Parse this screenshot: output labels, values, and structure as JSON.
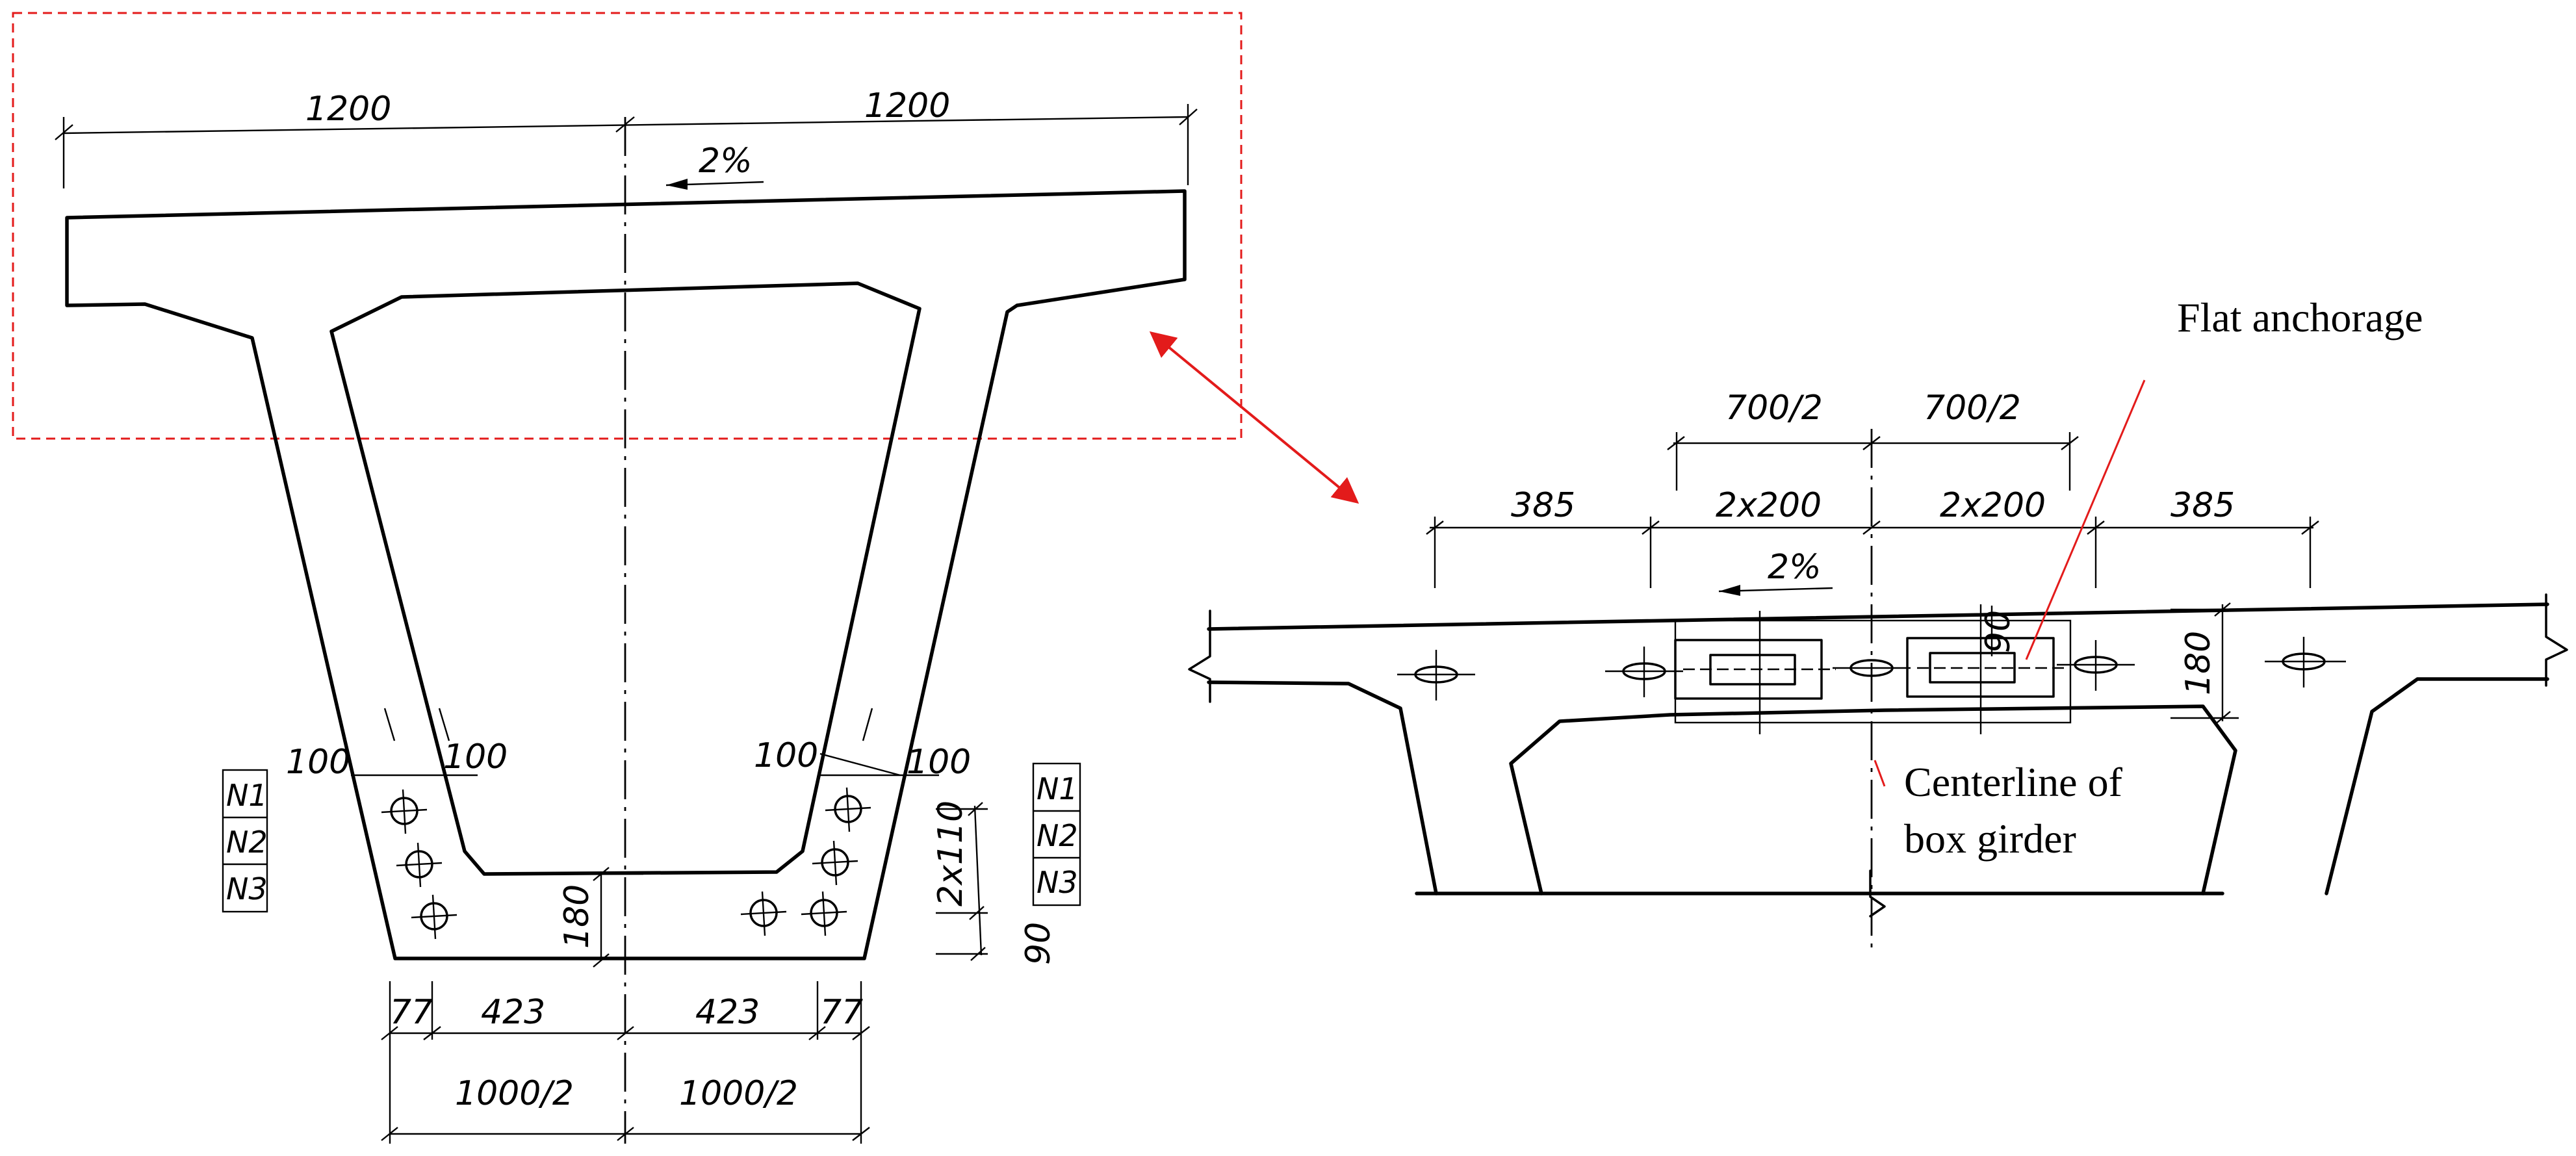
{
  "cross_section": {
    "top_dims": [
      "1200",
      "1200"
    ],
    "slope": "2%",
    "web_dims": [
      "100",
      "100",
      "100",
      "100"
    ],
    "bottom_thickness": "180",
    "bottom_upper_dims": [
      "77",
      "423",
      "423",
      "77"
    ],
    "bottom_lower_dims": [
      "1000/2",
      "1000/2"
    ],
    "right_vertical_dims": [
      "2x110",
      "90"
    ],
    "tendon_tags_left": [
      "N1",
      "N2",
      "N3"
    ],
    "tendon_tags_right": [
      "N1",
      "N2",
      "N3"
    ]
  },
  "detail": {
    "upper_dims": [
      "700/2",
      "700/2"
    ],
    "lower_dims": [
      "385",
      "2x200",
      "2x200",
      "385"
    ],
    "slope": "2%",
    "depth": "180",
    "small_dim": "90"
  },
  "callouts": {
    "flat_anchorage": "Flat anchorage",
    "centerline_line1": "Centerline of",
    "centerline_line2": "box girder"
  },
  "colors": {
    "highlight": "#e31b1b",
    "line": "#000000"
  }
}
